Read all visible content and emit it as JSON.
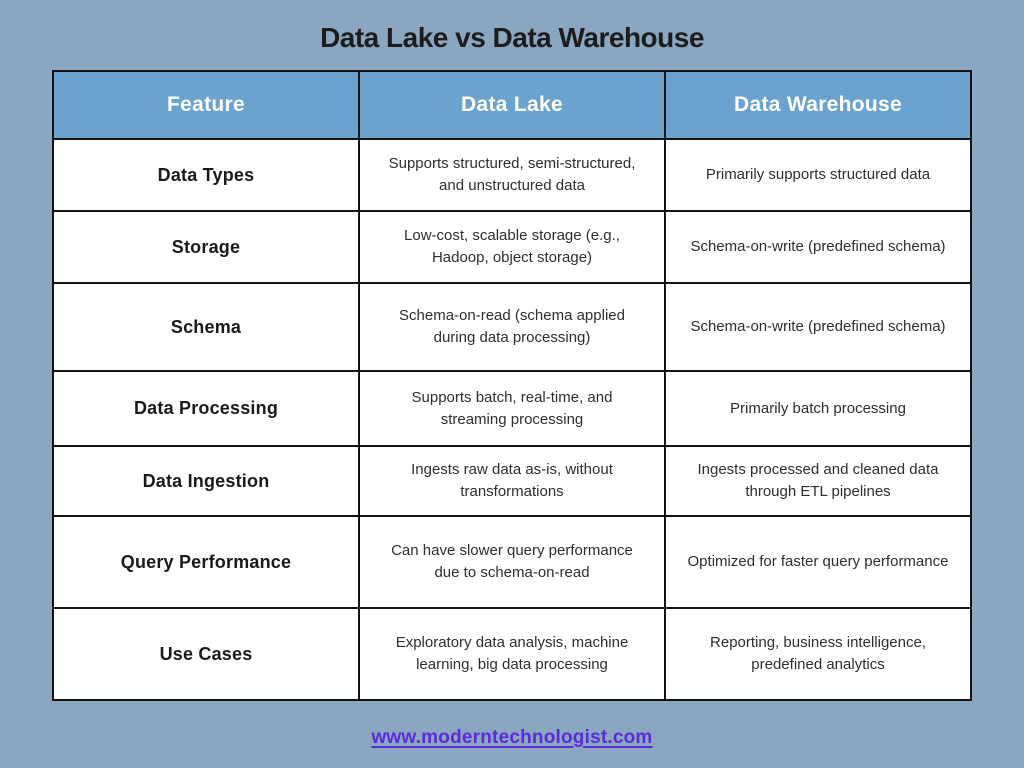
{
  "title": "Data Lake vs Data Warehouse",
  "table": {
    "columns": [
      "Feature",
      "Data Lake",
      "Data Warehouse"
    ],
    "rows": [
      {
        "feature": "Data Types",
        "data_lake": "Supports structured, semi-structured, and unstructured data",
        "data_warehouse": "Primarily supports structured data"
      },
      {
        "feature": "Storage",
        "data_lake": "Low-cost, scalable storage (e.g., Hadoop, object storage)",
        "data_warehouse": "Schema-on-write (predefined schema)"
      },
      {
        "feature": "Schema",
        "data_lake": "Schema-on-read (schema applied during data processing)",
        "data_warehouse": "Schema-on-write (predefined schema)"
      },
      {
        "feature": "Data Processing",
        "data_lake": "Supports batch, real-time, and streaming processing",
        "data_warehouse": "Primarily batch processing"
      },
      {
        "feature": "Data Ingestion",
        "data_lake": "Ingests raw data as-is, without transformations",
        "data_warehouse": "Ingests processed and cleaned data through ETL pipelines"
      },
      {
        "feature": "Query Performance",
        "data_lake": "Can have slower query performance due to schema-on-read",
        "data_warehouse": "Optimized for faster query performance"
      },
      {
        "feature": "Use Cases",
        "data_lake": "Exploratory data analysis, machine learning, big data processing",
        "data_warehouse": "Reporting, business intelligence, predefined analytics"
      }
    ]
  },
  "footer": {
    "link_text": "www.moderntechnologist.com"
  },
  "colors": {
    "background": "#8BA6C0",
    "header_row": "#6CA3CE",
    "cell_background": "#FFFFFF",
    "border": "#121212",
    "link": "#5B2BD9",
    "title_text": "#1C1C1C"
  }
}
